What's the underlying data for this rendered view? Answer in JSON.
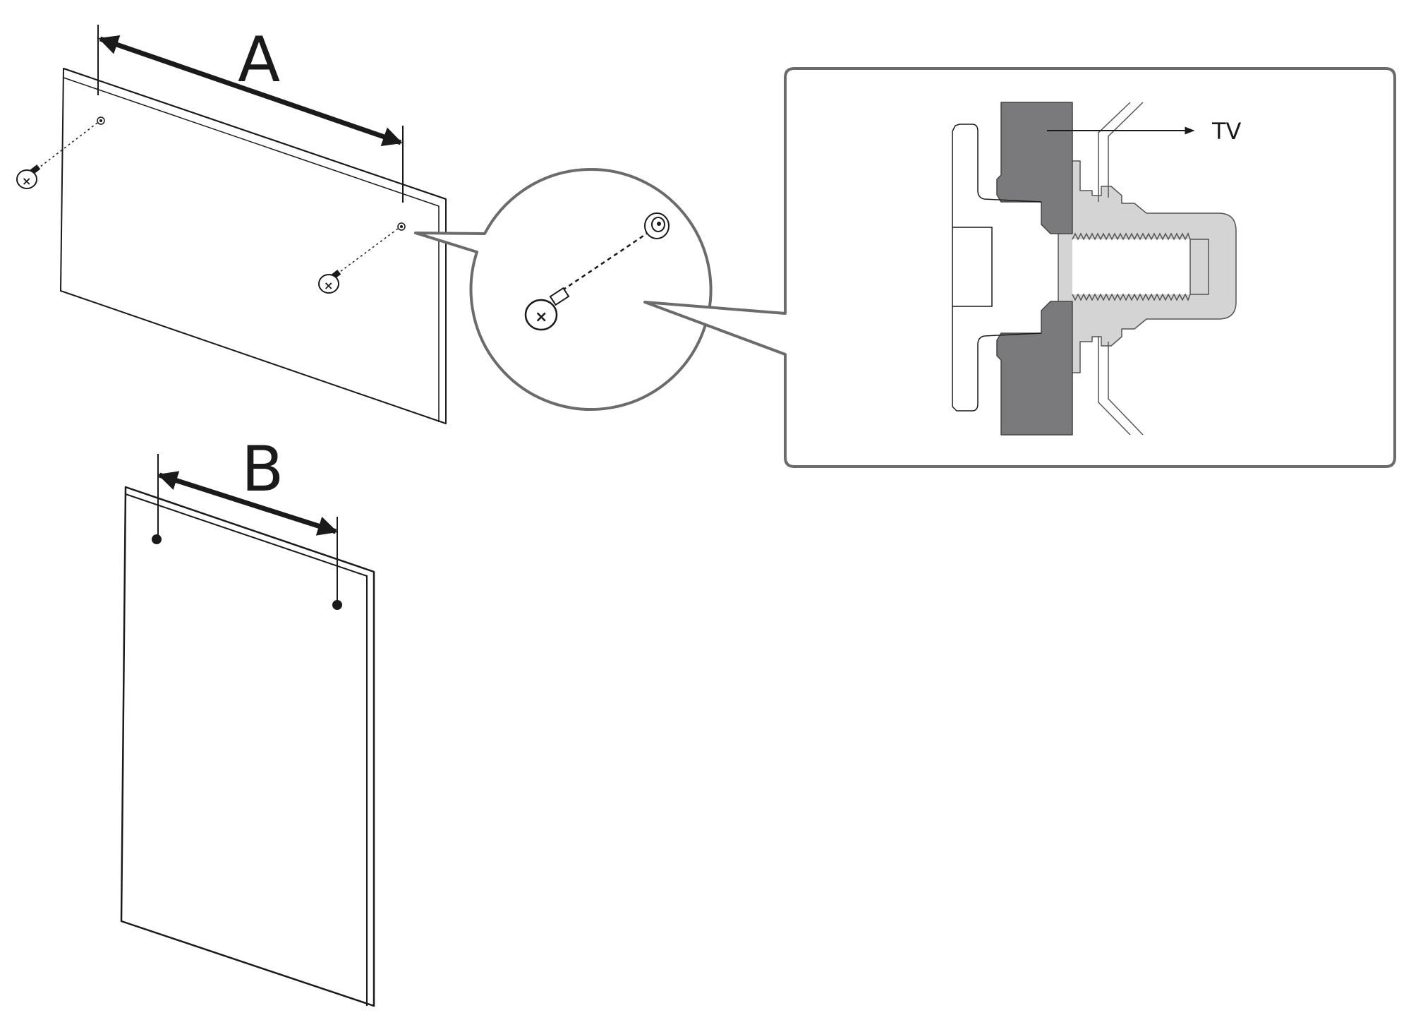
{
  "labels": {
    "dimension_a": "A",
    "dimension_b": "B",
    "tv": "TV"
  },
  "colors": {
    "line": "#1a1a1a",
    "callout_border": "#6b6b6b",
    "wall_dark": "#7a7a7c",
    "bracket_light": "#d4d4d4",
    "panel_fill": "#ffffff"
  }
}
